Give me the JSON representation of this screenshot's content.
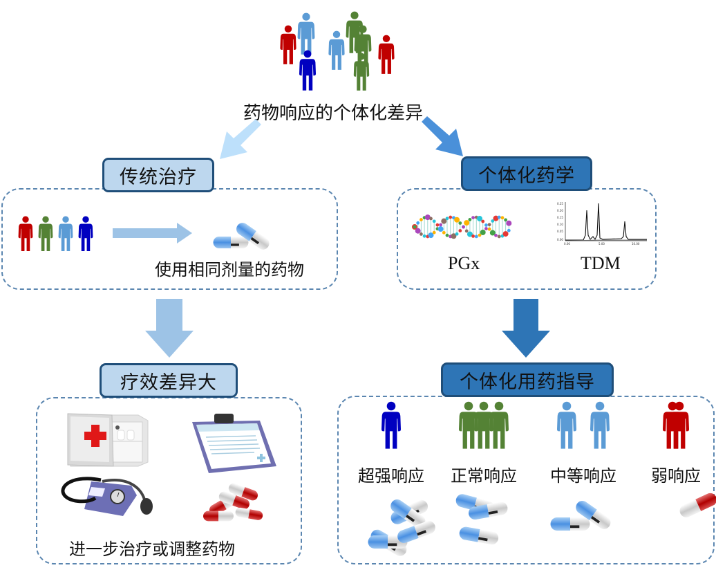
{
  "top": {
    "title": "药物响应的个体化差异",
    "crowd_colors": [
      "#c00000",
      "#5b9bd5",
      "#0000c0",
      "#5b9bd5",
      "#548235",
      "#548235",
      "#c00000",
      "#548235"
    ]
  },
  "left": {
    "header": "传统治疗",
    "people_colors": [
      "#c00000",
      "#548235",
      "#5b9bd5",
      "#0000c0"
    ],
    "caption": "使用相同剂量的药物",
    "result_header": "疗效差异大",
    "result_caption": "进一步治疗或调整药物",
    "result_icons": [
      "medicine-cabinet-icon",
      "clipboard-icon",
      "blood-pressure-monitor-icon",
      "red-capsules-icon"
    ]
  },
  "right": {
    "header": "个体化药学",
    "methods": [
      {
        "label": "PGx",
        "icon": "dna-helix-icon"
      },
      {
        "label": "TDM",
        "icon": "chromatogram-icon"
      }
    ],
    "result_header": "个体化用药指导",
    "responses": [
      {
        "label": "超强响应",
        "color": "#0000c0",
        "people": 1,
        "capsules": 5
      },
      {
        "label": "正常响应",
        "color": "#548235",
        "people": 3,
        "capsules": 3
      },
      {
        "label": "中等响应",
        "color": "#5b9bd5",
        "people": 2,
        "capsules": 2
      },
      {
        "label": "弱响应",
        "color": "#c00000",
        "people": 2,
        "capsules": 1
      }
    ]
  },
  "colors": {
    "light_arrow": "#9dc3e6",
    "dark_arrow": "#2e75b6",
    "header_light": "#bdd7ee",
    "header_dark": "#2e75b6",
    "border": "#1f4e79",
    "dash": "#5b86b0"
  }
}
